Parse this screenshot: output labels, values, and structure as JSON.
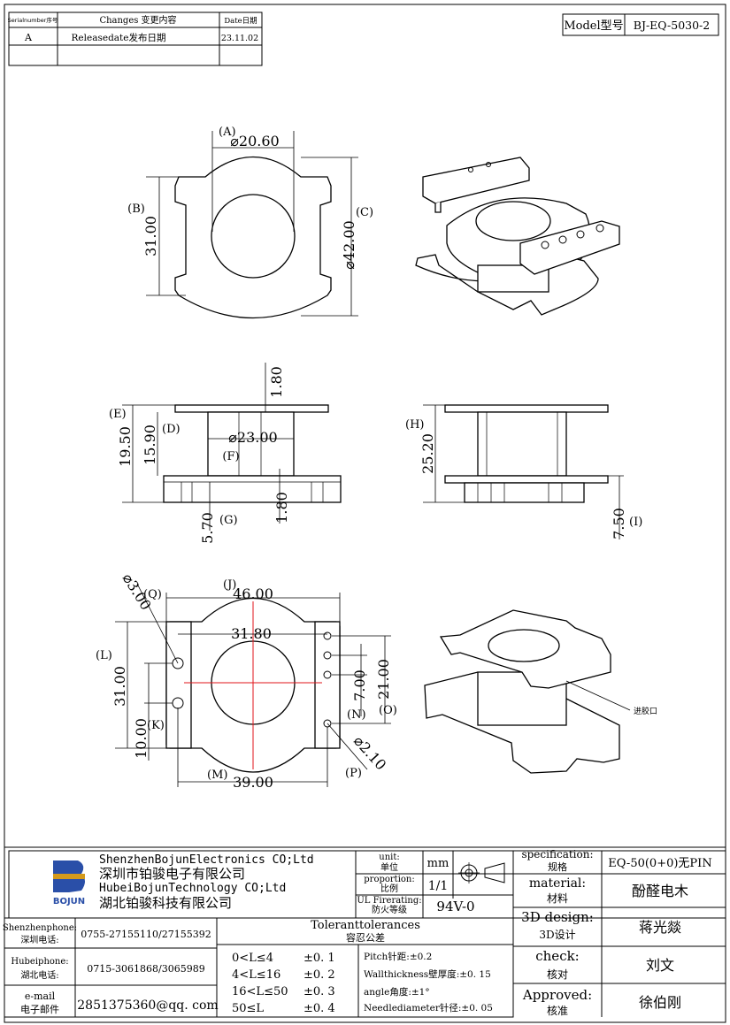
{
  "revision_table": {
    "headers": {
      "serial": "Serialnumber序号",
      "changes": "Changes 变更内容",
      "date": "Date日期"
    },
    "rows": [
      {
        "serial": "A",
        "changes": "Releasedate发布日期",
        "date": "23.11.02"
      }
    ]
  },
  "model": {
    "label": "Model型号",
    "value": "BJ-EQ-5030-2"
  },
  "top_view": {
    "A_label": "(A)",
    "A_value": "⌀20.60",
    "B_label": "(B)",
    "B_value": "31.00",
    "C_label": "(C)",
    "C_value": "⌀42.00"
  },
  "side_view": {
    "top_flange": "1.80",
    "E_label": "(E)",
    "E_value": "19.50",
    "D_label": "(D)",
    "D_value": "15.90",
    "F_value": "⌀23.00",
    "F_label": "(F)",
    "G_value": "5.70",
    "G_label": "(G)",
    "bottom_flange": "1.80"
  },
  "end_view": {
    "H_label": "(H)",
    "H_value": "25.20",
    "I_value": "7.50",
    "I_label": "(I)"
  },
  "bottom_view": {
    "J_label": "(J)",
    "J_value": "46.00",
    "Q_value": "⌀3.00",
    "Q_label": "(Q)",
    "K2_value": "31.80",
    "L_label": "(L)",
    "L_value": "31.00",
    "K_value": "10.00",
    "K_label": "(K)",
    "N_value": "7.00",
    "N_label": "(N)",
    "O_value": "21.00",
    "O_label": "(O)",
    "P_value": "⌀2.10",
    "P_label": "(P)",
    "M_label": "(M)",
    "M_value": "39.00"
  },
  "iso_note": "进胶口",
  "title_block": {
    "company_en_1": "ShenzhenBojunElectronics CO;Ltd",
    "company_cn_1": "深圳市铂骏电子有限公司",
    "company_en_2": "HubeiBojunTechnology CO;Ltd",
    "company_cn_2": "湖北铂骏科技有限公司",
    "logo_text": "BOJUN",
    "unit_label_en": "unit:",
    "unit_label_cn": "单位",
    "unit_value": "mm",
    "proportion_label_en": "proportion:",
    "proportion_label_cn": "比例",
    "proportion_value": "1/1",
    "ul_label_en": "UL Firerating:",
    "ul_label_cn": "防火等级",
    "ul_value": "94V-0",
    "spec_label_en": "specification:",
    "spec_label_cn": "规格",
    "spec_value": "EQ-50(0+0)无PIN",
    "material_label_en": "material:",
    "material_label_cn": "材料",
    "material_value": "酚醛电木",
    "design_label_en": "3D design:",
    "design_label_cn": "3D设计",
    "design_value": "蒋光燚",
    "check_label_en": "check:",
    "check_label_cn": "核对",
    "check_value": "刘文",
    "approved_label_en": "Approved:",
    "approved_label_cn": "核准",
    "approved_value": "徐伯刚",
    "sz_phone_label_en": "Shenzhenphone:",
    "sz_phone_label_cn": "深圳电话:",
    "sz_phone_value": "0755-27155110/27155392",
    "hb_phone_label_en": "Hubeiphone:",
    "hb_phone_label_cn": "湖北电话:",
    "hb_phone_value": "0715-3061868/3065989",
    "email_label_en": "e-mail",
    "email_label_cn": "电子邮件",
    "email_value": "2851375360@qq. com",
    "tol_title_en": "Toleranttolerances",
    "tol_title_cn": "容忍公差",
    "tolerances": [
      {
        "range": "0<L≤4",
        "value": "±0. 1"
      },
      {
        "range": "4<L≤16",
        "value": "±0. 2"
      },
      {
        "range": "16<L≤50",
        "value": "±0. 3"
      },
      {
        "range": "50≤L",
        "value": "±0. 4"
      }
    ],
    "tol_notes": [
      "Pitch针距:±0.2",
      "Wallthickness壁厚度:±0. 15",
      "angle角度:±1°",
      "Needlediameter针径:±0. 05"
    ]
  },
  "colors": {
    "line": "#000000",
    "centerline": "#e0151b",
    "logo_blue": "#2a4fa8",
    "logo_gold": "#d49a1c"
  }
}
